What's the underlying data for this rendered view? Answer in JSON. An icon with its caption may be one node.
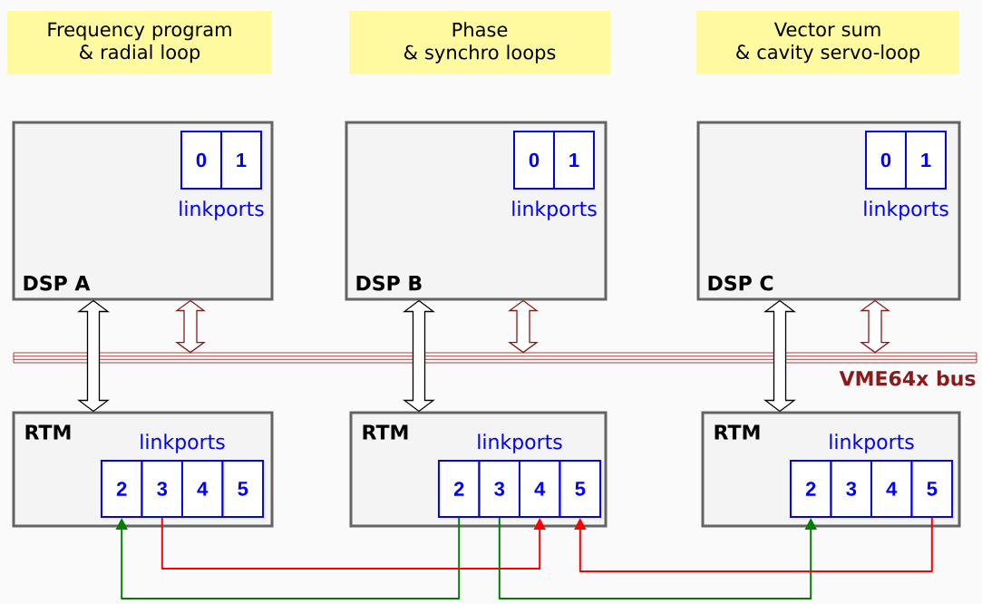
{
  "diagram": {
    "nodes": [
      {
        "text": [
          "Frequency program & radial loop"
        ]
      },
      {
        "text": [
          "Phase & synchro loops"
        ]
      },
      {
        "text": [
          "Vector sum & cavity servo-loop"
        ]
      },
      {
        "text": [
          "DSP A",
          "linkports"
        ]
      },
      {
        "text": [
          "0"
        ],
        "in": 3
      },
      {
        "text": [
          "1"
        ],
        "in": 3
      },
      {
        "text": [
          "DSP B",
          "linkports"
        ]
      },
      {
        "text": [
          "0"
        ],
        "in": 6
      },
      {
        "text": [
          "1"
        ],
        "in": 6
      },
      {
        "text": [
          "DSP C",
          "linkports"
        ]
      },
      {
        "text": [
          "0"
        ],
        "in": 9
      },
      {
        "text": [
          "1"
        ],
        "in": 9
      },
      {
        "text": [],
        "shape": "bar",
        "beside": [
          "VME64x bus"
        ]
      },
      {
        "text": [
          "RTM",
          "linkports"
        ]
      },
      {
        "text": [
          "2"
        ],
        "in": 13
      },
      {
        "text": [
          "3"
        ],
        "in": 13
      },
      {
        "text": [
          "4"
        ],
        "in": 13
      },
      {
        "text": [
          "5"
        ],
        "in": 13
      },
      {
        "text": [
          "RTM",
          "linkports"
        ]
      },
      {
        "text": [
          "2"
        ],
        "in": 18
      },
      {
        "text": [
          "3"
        ],
        "in": 18
      },
      {
        "text": [
          "4"
        ],
        "in": 18
      },
      {
        "text": [
          "5"
        ],
        "in": 18
      },
      {
        "text": [
          "RTM",
          "linkports"
        ]
      },
      {
        "text": [
          "2"
        ],
        "in": 23
      },
      {
        "text": [
          "3"
        ],
        "in": 23
      },
      {
        "text": [
          "4"
        ],
        "in": 23
      },
      {
        "text": [
          "5"
        ],
        "in": 23
      }
    ],
    "edges": [
      {
        "from": 3,
        "to": 13,
        "arrow": "both"
      },
      {
        "from": 6,
        "to": 18,
        "arrow": "both"
      },
      {
        "from": 9,
        "to": 23,
        "arrow": "both"
      },
      {
        "from": 3,
        "to": 12,
        "arrow": "both",
        "color": "#8b1a1a"
      },
      {
        "from": 6,
        "to": 12,
        "arrow": "both",
        "color": "#8b1a1a"
      },
      {
        "from": 9,
        "to": 12,
        "arrow": "both",
        "color": "#8b1a1a"
      },
      {
        "from": 19,
        "to": 14,
        "arrow": "to",
        "color": "#008000"
      },
      {
        "from": 15,
        "to": 21,
        "arrow": "to",
        "color": "#ff0000"
      },
      {
        "from": 20,
        "to": 24,
        "arrow": "to",
        "color": "#008000"
      },
      {
        "from": 27,
        "to": 22,
        "arrow": "to",
        "color": "#ff0000"
      }
    ]
  }
}
